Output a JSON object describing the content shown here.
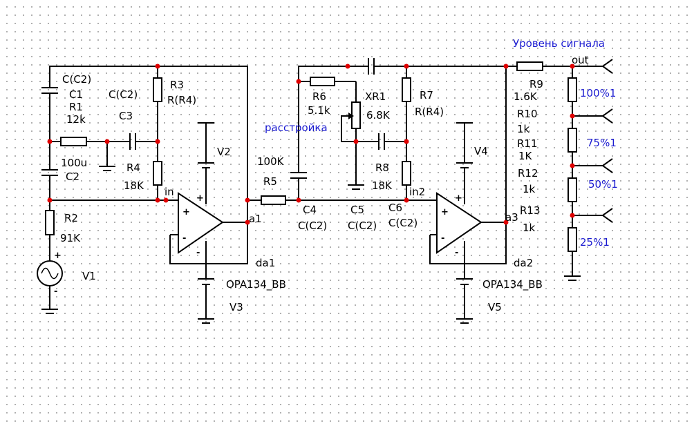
{
  "labels": {
    "c_c2_top": "C(C2)",
    "c1": "C1",
    "r1": "R1",
    "r1_val": "12k",
    "c3_val": "C(C2)",
    "c3": "C3",
    "r3": "R3",
    "r3_val": "R(R4)",
    "r4": "R4",
    "r4_val": "18K",
    "c2_val": "100u",
    "c2": "C2",
    "r2": "R2",
    "r2_val": "91K",
    "v1": "V1",
    "v2": "V2",
    "v3": "V3",
    "in": "in",
    "a1": "a1",
    "da1": "da1",
    "opa1": "OPA134_BB",
    "r5": "R5",
    "r5_val": "100K",
    "c4": "C4",
    "c4_val": "C(C2)",
    "r6": "R6",
    "r6_val": "5.1k",
    "detune": "расстройка",
    "xr1": "XR1",
    "xr1_val": "6.8K",
    "r7": "R7",
    "r7_val": "R(R4)",
    "r8": "R8",
    "r8_val": "18K",
    "c5": "C5",
    "c5_val": "C(C2)",
    "c6": "C6",
    "c6_val": "C(C2)",
    "in2": "in2",
    "v4": "V4",
    "v5": "V5",
    "a3": "a3",
    "da2": "da2",
    "opa2": "OPA134_BB",
    "signal_level": "Уровень сигнала",
    "out": "out",
    "r9": "R9",
    "r9_val": "1.6K",
    "r10": "R10",
    "r10_val": "1k",
    "r11": "R11",
    "r11_val": "1K",
    "r12": "R12",
    "r12_val": "1k",
    "r13": "R13",
    "r13_val": "1k",
    "tap100": "100%1",
    "tap75": "75%1",
    "tap50": "50%1",
    "tap25": "25%1",
    "plus": "+",
    "minus": "-"
  }
}
